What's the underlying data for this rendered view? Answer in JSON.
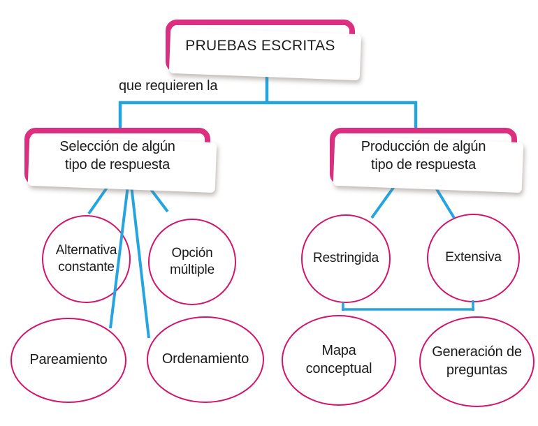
{
  "diagram": {
    "title_node": {
      "label": "PRUEBAS ESCRITAS"
    },
    "edge_label": "que requieren la",
    "branches": {
      "seleccion": {
        "label": "Selección de algún\ntipo de respuesta"
      },
      "produccion": {
        "label": "Producción de algún\ntipo de respuesta"
      }
    },
    "leaves": {
      "alternativa": {
        "label": "Alternativa\nconstante"
      },
      "opcion": {
        "label": "Opción\nmúltiple"
      },
      "pareamiento": {
        "label": "Pareamiento"
      },
      "ordenamiento": {
        "label": "Ordenamiento"
      },
      "restringida": {
        "label": "Restringida"
      },
      "extensiva": {
        "label": "Extensiva"
      },
      "mapa": {
        "label": "Mapa\nconceptual"
      },
      "generacion": {
        "label": "Generación de\npreguntas"
      }
    },
    "colors": {
      "box_border": "#dd2f80",
      "ellipse_border": "#d2146b",
      "connector": "#25a5e0",
      "text": "#1b1b1b",
      "background": "#ffffff"
    }
  }
}
